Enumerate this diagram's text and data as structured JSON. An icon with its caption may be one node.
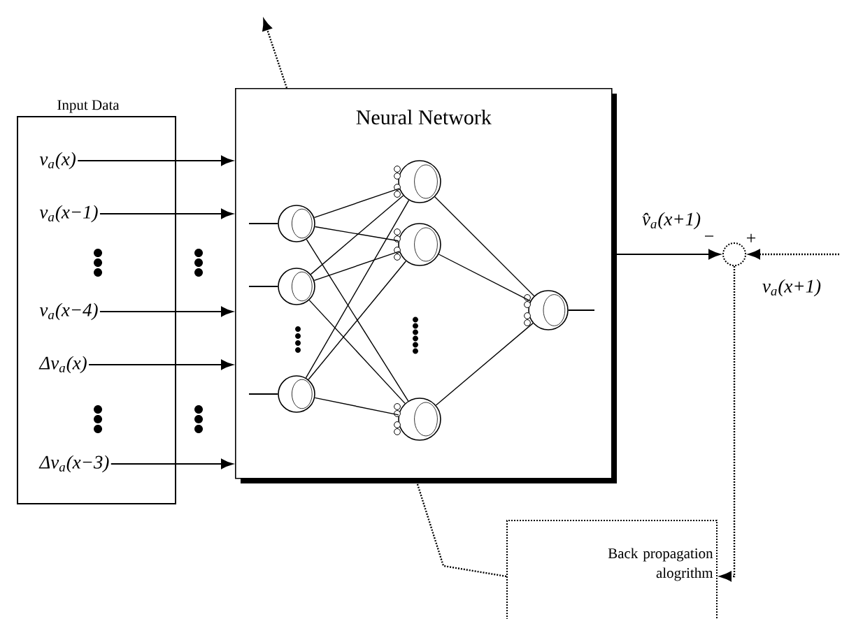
{
  "diagram": {
    "nodes": [
      {
        "text": [
          "Input Data"
        ]
      },
      {
        "text": [
          "v$_{a}$(x)"
        ],
        "in": 0
      },
      {
        "text": [
          "v$_{a}$(x−1)"
        ],
        "in": 0
      },
      {
        "text": [
          "v$_{a}$(x−4)"
        ],
        "in": 0
      },
      {
        "text": [
          "Δv$_{a}$(x)"
        ],
        "in": 0
      },
      {
        "text": [
          "Δv$_{a}$(x−3)"
        ],
        "in": 0
      },
      {
        "text": [
          "Neural Network"
        ]
      },
      {
        "text": [],
        "shape": "circle",
        "in": 6
      },
      {
        "text": [],
        "shape": "circle",
        "in": 6
      },
      {
        "text": [],
        "shape": "circle",
        "in": 6
      },
      {
        "text": [],
        "shape": "circle",
        "in": 6
      },
      {
        "text": [],
        "shape": "circle",
        "in": 6
      },
      {
        "text": [],
        "shape": "circle",
        "in": 6
      },
      {
        "text": [],
        "shape": "circle",
        "in": 6
      },
      {
        "text": [],
        "shape": "circle"
      },
      {
        "text": [
          "Back propagation alogrithm"
        ]
      }
    ],
    "edges": [
      {
        "from": 1,
        "to": 6,
        "arrow": "to"
      },
      {
        "from": 2,
        "to": 6,
        "arrow": "to"
      },
      {
        "from": 3,
        "to": 6,
        "arrow": "to"
      },
      {
        "from": 4,
        "to": 6,
        "arrow": "to"
      },
      {
        "from": 5,
        "to": 6,
        "arrow": "to"
      },
      {
        "from": 7,
        "to": 10,
        "arrow": "none"
      },
      {
        "from": 7,
        "to": 11,
        "arrow": "none"
      },
      {
        "from": 7,
        "to": 12,
        "arrow": "none"
      },
      {
        "from": 8,
        "to": 10,
        "arrow": "none"
      },
      {
        "from": 8,
        "to": 11,
        "arrow": "none"
      },
      {
        "from": 8,
        "to": 12,
        "arrow": "none"
      },
      {
        "from": 9,
        "to": 10,
        "arrow": "none"
      },
      {
        "from": 9,
        "to": 11,
        "arrow": "none"
      },
      {
        "from": 9,
        "to": 12,
        "arrow": "none"
      },
      {
        "from": 10,
        "to": 13,
        "arrow": "none"
      },
      {
        "from": 11,
        "to": 13,
        "arrow": "none"
      },
      {
        "from": 12,
        "to": 13,
        "arrow": "none"
      },
      {
        "from": null,
        "to": 7,
        "arrow": "none"
      },
      {
        "from": null,
        "to": 8,
        "arrow": "none"
      },
      {
        "from": null,
        "to": 9,
        "arrow": "none"
      },
      {
        "from": 13,
        "to": null,
        "arrow": "none"
      },
      {
        "from": 6,
        "to": 14,
        "arrow": "to",
        "label": "v̂$_{a}$(x+1)"
      },
      {
        "from": null,
        "to": 14,
        "arrow": "to",
        "style": "dashed",
        "label": "v$_{a}$(x+1)"
      },
      {
        "from": 14,
        "to": 15,
        "arrow": "to",
        "style": "dashed"
      },
      {
        "from": 15,
        "to": null,
        "arrow": "to",
        "style": "dashed"
      }
    ],
    "labels": [
      "−",
      "+"
    ]
  }
}
